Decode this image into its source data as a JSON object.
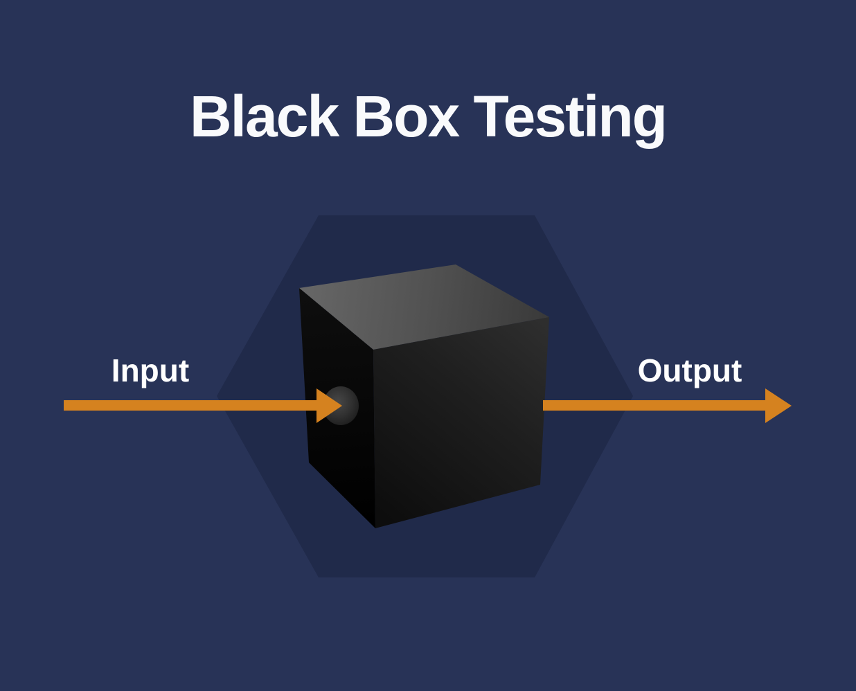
{
  "title": "Black Box Testing",
  "diagram": {
    "input_label": "Input",
    "output_label": "Output"
  },
  "colors": {
    "background": "#283357",
    "hexagon": "#202A4A",
    "arrow": "#D5821F",
    "title_text": "#F9FAFC",
    "label_text": "#FFFFFF",
    "cube_top": "#4F4F4F",
    "cube_left": "#050505",
    "cube_front": "#1E1E1E",
    "cube_hole": "#333333"
  }
}
